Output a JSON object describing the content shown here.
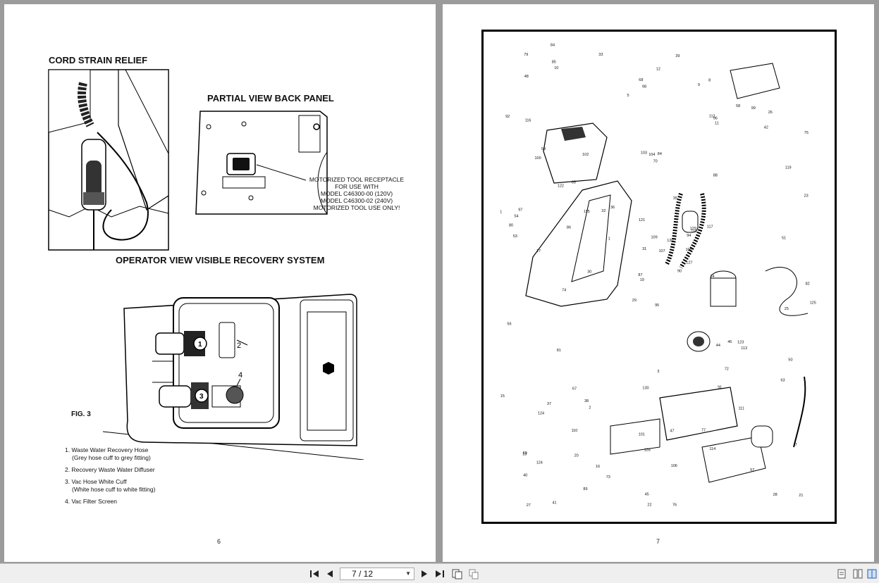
{
  "left_page": {
    "cord_title": "CORD STRAIN RELIEF",
    "partial_title": "PARTIAL VIEW BACK PANEL",
    "receptacle_note": [
      "MOTORIZED TOOL RECEPTACLE",
      "FOR USE WITH",
      "MODEL C46300-00 (120V)",
      "MODEL C46300-02 (240V)",
      "MOTORIZED TOOL USE ONLY!"
    ],
    "operator_title": "OPERATOR VIEW VISIBLE RECOVERY SYSTEM",
    "fig_label": "FIG. 3",
    "callouts": [
      "1",
      "2",
      "3",
      "4"
    ],
    "legend": [
      {
        "main": "1.  Waste Water Recovery Hose",
        "sub": "(Grey hose cuff to grey fitting)"
      },
      {
        "main": "2.  Recovery Waste Water Diffuser",
        "sub": ""
      },
      {
        "main": "3.  Vac Hose White Cuff",
        "sub": "(White hose cuff to white fitting)"
      },
      {
        "main": "4.  Vac Filter Screen",
        "sub": ""
      }
    ],
    "page_number": "6"
  },
  "right_page": {
    "page_number": "7",
    "part_numbers": [
      "95",
      "100",
      "19",
      "69",
      "94",
      "2",
      "8",
      "84",
      "96",
      "90",
      "10",
      "21",
      "17",
      "75",
      "29",
      "88",
      "41",
      "103",
      "35",
      "37",
      "36",
      "40",
      "20",
      "104",
      "118",
      "113",
      "59",
      "98",
      "53",
      "44",
      "23",
      "87",
      "101",
      "31",
      "102",
      "58",
      "38",
      "28",
      "7",
      "123",
      "39",
      "32",
      "86",
      "91",
      "89",
      "1",
      "108",
      "27",
      "128",
      "127",
      "124",
      "119",
      "92",
      "72",
      "114",
      "110",
      "85",
      "79",
      "47",
      "26",
      "12",
      "30",
      "97",
      "65",
      "99",
      "84",
      "9",
      "5",
      "109",
      "15",
      "130",
      "73",
      "46",
      "115",
      "13",
      "48",
      "122",
      "56",
      "121",
      "106",
      "120",
      "124",
      "24",
      "50",
      "45",
      "51",
      "3",
      "57",
      "76",
      "77",
      "68",
      "125",
      "117",
      "111",
      "107",
      "63",
      "54",
      "22",
      "112",
      "11",
      "74",
      "33",
      "82",
      "80",
      "81",
      "67",
      "16",
      "129",
      "42",
      "1",
      "25",
      "116",
      "70"
    ]
  },
  "toolbar": {
    "page_display": "7 / 12",
    "icons": [
      "first-page-icon",
      "prev-page-icon",
      "next-page-icon",
      "last-page-icon",
      "single-page-icon",
      "continuous-icon",
      "fit-width-icon",
      "two-page-icon",
      "fit-page-icon"
    ]
  }
}
